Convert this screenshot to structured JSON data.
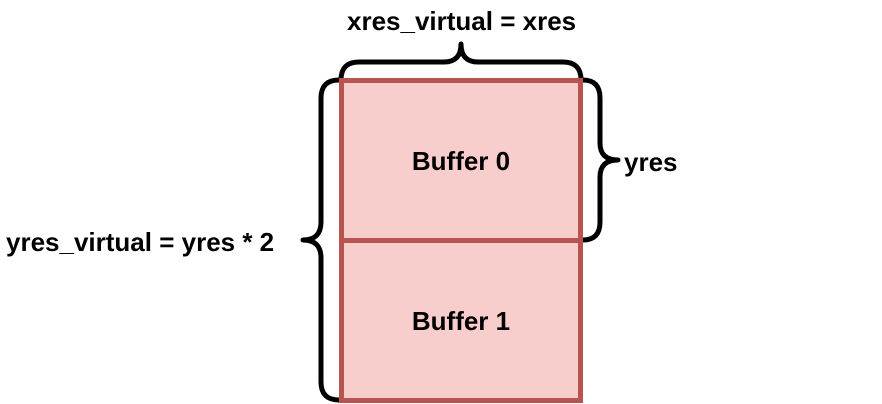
{
  "labels": {
    "xres_virtual": "xres_virtual = xres",
    "yres": "yres",
    "yres_virtual": "yres_virtual = yres * 2"
  },
  "buffers": [
    {
      "label": "Buffer 0"
    },
    {
      "label": "Buffer 1"
    }
  ],
  "colors": {
    "buffer_fill": "#f8cecc",
    "buffer_stroke": "#b85450",
    "brace": "#000000"
  }
}
